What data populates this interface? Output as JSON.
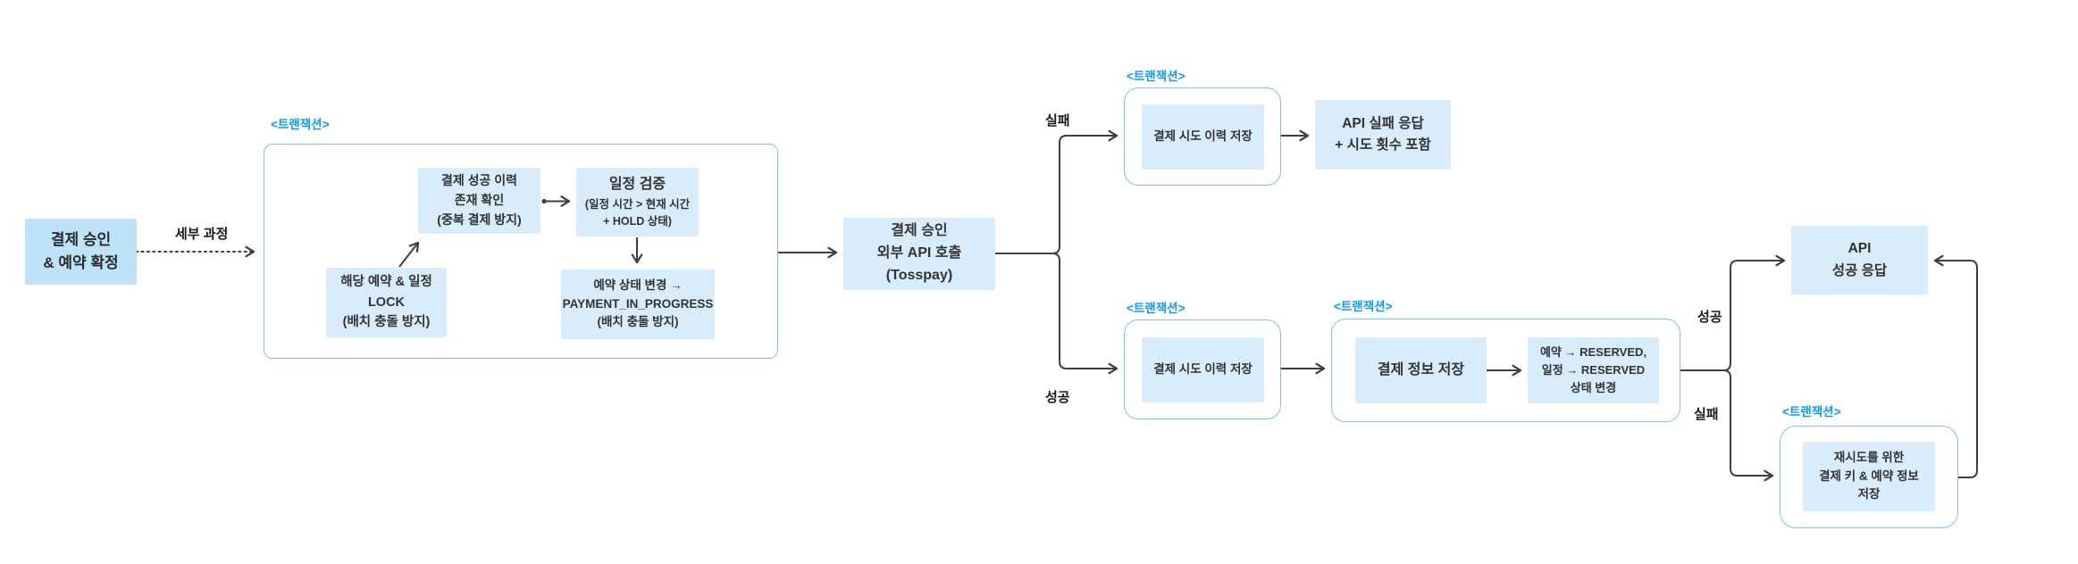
{
  "colors": {
    "accent_blue": "#0D9BF2",
    "container_border": "#7CC2F5",
    "node_fill": "#D8ECFC",
    "start_node_fill": "#BEE3F8",
    "arrow": "#3F3F3F",
    "text": "#333333"
  },
  "labels": {
    "transaction": "<트랜잭션>",
    "detail_process": "세부 과정",
    "fail": "실패",
    "success": "성공"
  },
  "nodes": {
    "start": "결제 승인\n& 예약 확정",
    "check_history": "결제 성공 이력\n존재 확인\n(중복 결제 방지)",
    "validate_title": "일정 검증",
    "validate_sub": "(일정 시간 > 현재 시간\n+ HOLD 상태)",
    "lock": "해당 예약 & 일정\nLOCK\n(배치 충돌 방지)",
    "status_change": "예약 상태 변경 →\nPAYMENT_IN_PROGRESS\n(배치 충돌 방지)",
    "api_call": "결제 승인\n외부 API 호출\n(Tosspay)",
    "attempt_log_fail": "결제 시도 이력 저장",
    "api_fail_response": "API 실패 응답\n+ 시도 횟수 포함",
    "attempt_log_success": "결제 시도 이력 저장",
    "save_payment_info": "결제 정보 저장",
    "reserved_status": "예약 → RESERVED,\n일정 → RESERVED\n상태 변경",
    "api_success_response": "API\n성공 응답",
    "retry_save": "재시도를 위한\n결제 키 & 예약 정보\n저장"
  }
}
